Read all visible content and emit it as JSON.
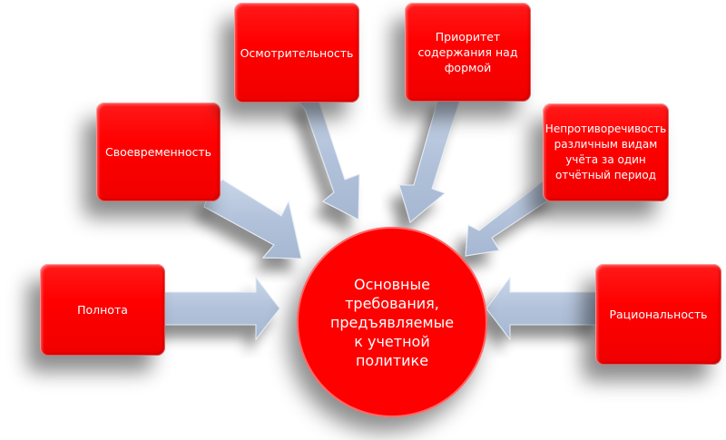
{
  "diagram": {
    "center": {
      "label": "Основные\nтребования,\nпредъявляемые\nк учетной\nполитике"
    },
    "nodes": [
      {
        "id": "polnota",
        "lines": [
          "Полнота"
        ]
      },
      {
        "id": "svoevremennost",
        "lines": [
          "Своевременность"
        ]
      },
      {
        "id": "osmotritelnost",
        "lines": [
          "Осмотрительность"
        ]
      },
      {
        "id": "prioritet",
        "lines": [
          "Приоритет",
          "содержания над",
          "формой"
        ]
      },
      {
        "id": "neprotivorechivost",
        "lines": [
          "Непротиворечивость",
          "различным видам",
          "учёта за один",
          "отчётный период"
        ]
      },
      {
        "id": "racionalnost",
        "lines": [
          "Рациональность"
        ]
      }
    ],
    "colors": {
      "node_fill": "#ff0000",
      "node_text": "#ffffff",
      "arrow_fill": "#b4c4dc",
      "background": "#ffffff"
    }
  }
}
